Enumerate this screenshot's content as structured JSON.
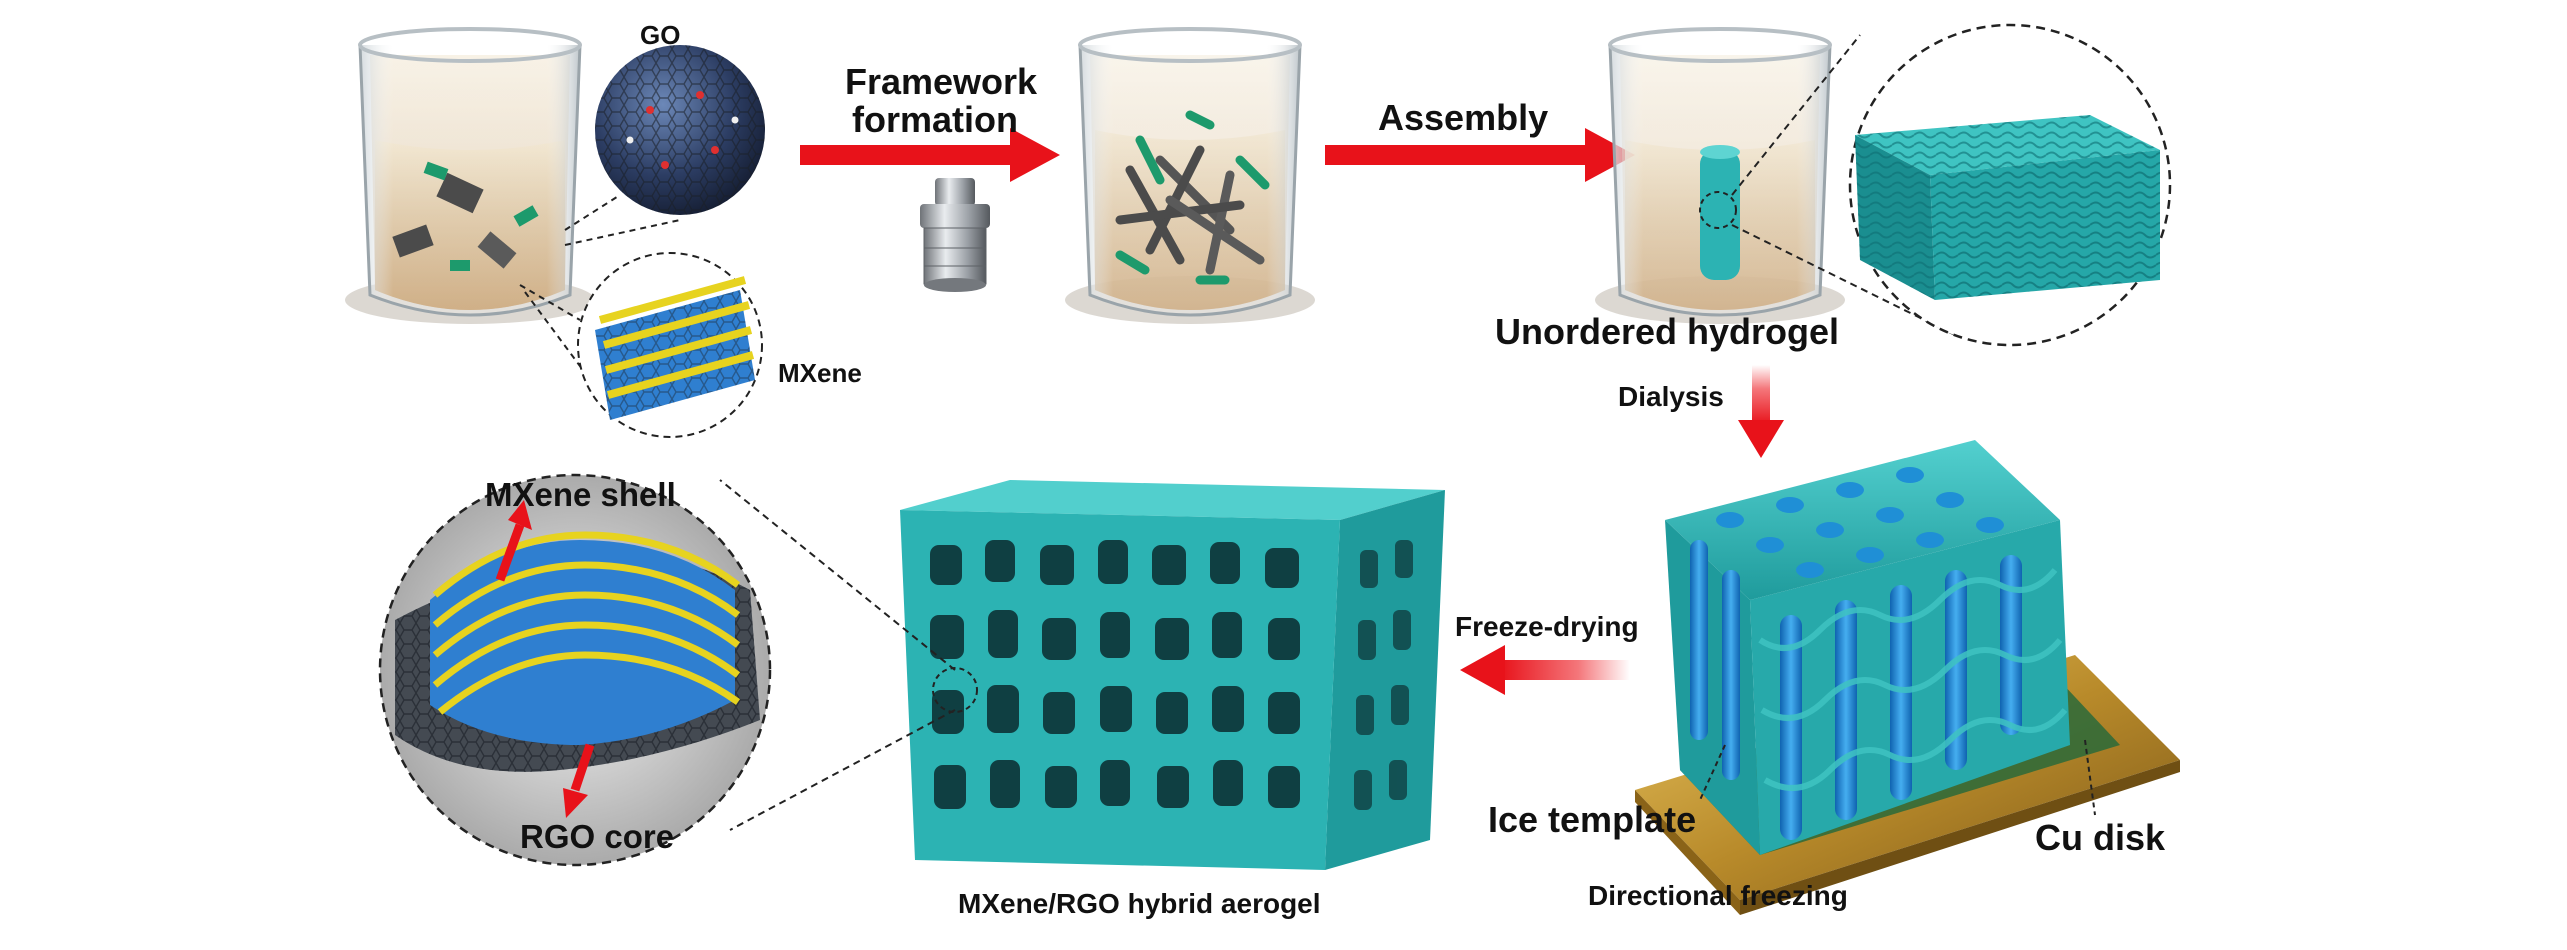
{
  "labels": {
    "go": "GO",
    "mxene": "MXene",
    "framework_line1": "Framework",
    "framework_line2": "formation",
    "assembly": "Assembly",
    "unordered_hydrogel": "Unordered hydrogel",
    "dialysis": "Dialysis",
    "freeze_drying": "Freeze-drying",
    "mxene_shell": "MXene shell",
    "rgo_core": "RGO core",
    "hybrid_aerogel": "MXene/RGO hybrid aerogel",
    "ice_template": "Ice template",
    "cu_disk": "Cu disk",
    "directional_freezing": "Directional freezing"
  },
  "colors": {
    "arrow_red": "#e8121a",
    "aerogel_teal": "#2cb3b3",
    "ice_blue": "#1f8fd6",
    "cu_gold": "#b88a2a",
    "mxene_yellow": "#e7d31f",
    "mxene_blue": "#2f7fd0",
    "graphene_gray": "#444a52",
    "beaker_liquid": "#d9c09a",
    "go_flake_green": "#1d9a6c"
  }
}
